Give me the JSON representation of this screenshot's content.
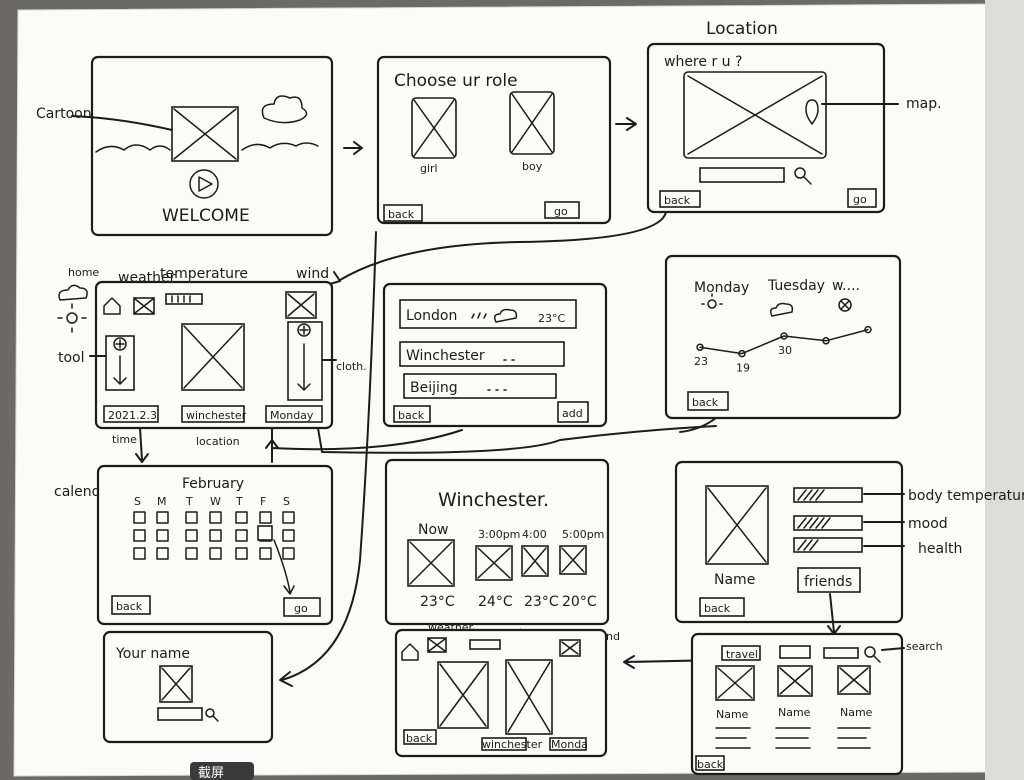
{
  "labels": {
    "cartoon": "Cartoon",
    "welcome": "WELCOME",
    "choose_role": "Choose ur role",
    "girl": "girl",
    "boy": "boy",
    "back": "back",
    "go": "go",
    "location_title": "Location",
    "where": "where r u ?",
    "map": "map.",
    "home": "home",
    "weather": "weather",
    "temperature": "temperature",
    "wind": "wind",
    "tool": "tool",
    "cloth": "cloth.",
    "date": "2021.2.3",
    "winchester": "winchester",
    "monday": "Monday",
    "time": "time",
    "location": "location",
    "london": "London",
    "london_temp": "23°C",
    "winchester_cap": "Winchester",
    "beijing": "Beijing",
    "add": "add",
    "forecast_monday": "Monday",
    "forecast_tuesday": "Tuesday",
    "forecast_w": "w....",
    "calendar": "calendar",
    "february": "February",
    "weekdays": [
      "S",
      "M",
      "T",
      "W",
      "T",
      "F",
      "S"
    ],
    "winchester_title": "Winchester.",
    "hours": [
      "Now",
      "3:00pm",
      "4:00",
      "5:00pm"
    ],
    "hour_temps": [
      "23°C",
      "24°C",
      "23°C",
      "20°C"
    ],
    "name": "Name",
    "friends": "friends",
    "body_temperature": "body temperature",
    "mood": "mood",
    "health": "health",
    "your_name": "Your name",
    "search": "search",
    "travel": "travel",
    "winchester_short": "winchester",
    "monda": "Monda",
    "screenshot_tab": "截屏"
  },
  "chart_data": {
    "type": "line",
    "categories": [
      "",
      "",
      "",
      "",
      ""
    ],
    "values": [
      23,
      19,
      30,
      null,
      null
    ],
    "title": "",
    "xlabel": "",
    "ylabel": ""
  }
}
